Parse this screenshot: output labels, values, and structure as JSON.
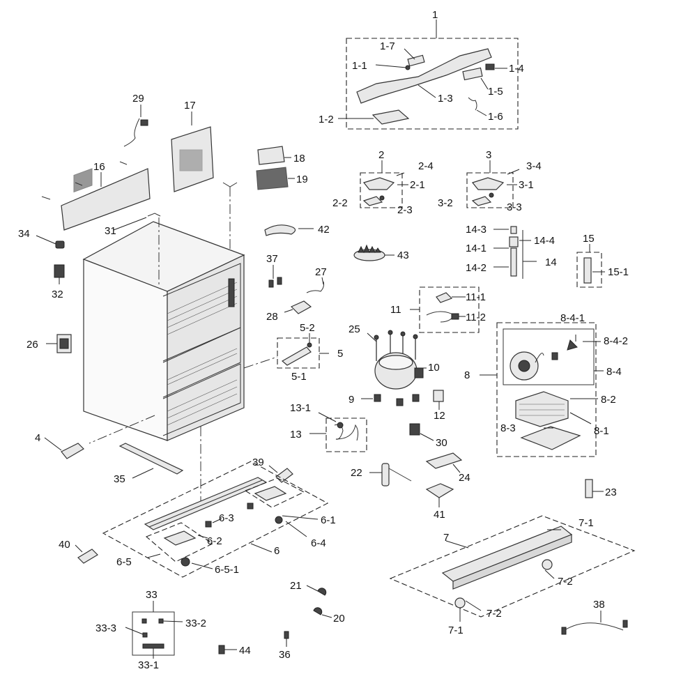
{
  "labels": {
    "p1": "1",
    "p1_1": "1-1",
    "p1_2": "1-2",
    "p1_3": "1-3",
    "p1_4": "1-4",
    "p1_5": "1-5",
    "p1_6": "1-6",
    "p1_7": "1-7",
    "p2": "2",
    "p2_1": "2-1",
    "p2_2": "2-2",
    "p2_3": "2-3",
    "p2_4": "2-4",
    "p3": "3",
    "p3_1": "3-1",
    "p3_2": "3-2",
    "p3_3": "3-3",
    "p3_4": "3-4",
    "p4": "4",
    "p5": "5",
    "p5_1": "5-1",
    "p5_2": "5-2",
    "p6": "6",
    "p6_1": "6-1",
    "p6_2": "6-2",
    "p6_3": "6-3",
    "p6_4": "6-4",
    "p6_5": "6-5",
    "p6_5_1": "6-5-1",
    "p7": "7",
    "p7_1a": "7-1",
    "p7_1b": "7-1",
    "p7_2a": "7-2",
    "p7_2b": "7-2",
    "p8": "8",
    "p8_1": "8-1",
    "p8_2": "8-2",
    "p8_3": "8-3",
    "p8_4": "8-4",
    "p8_4_1": "8-4-1",
    "p8_4_2": "8-4-2",
    "p9": "9",
    "p10": "10",
    "p11": "11",
    "p11_1": "11-1",
    "p11_2": "11-2",
    "p12": "12",
    "p13": "13",
    "p13_1": "13-1",
    "p14": "14",
    "p14_1": "14-1",
    "p14_2": "14-2",
    "p14_3": "14-3",
    "p14_4": "14-4",
    "p15": "15",
    "p15_1": "15-1",
    "p16": "16",
    "p17": "17",
    "p18": "18",
    "p19": "19",
    "p20": "20",
    "p21": "21",
    "p22": "22",
    "p23": "23",
    "p24": "24",
    "p25": "25",
    "p26": "26",
    "p27": "27",
    "p28": "28",
    "p29": "29",
    "p30": "30",
    "p31": "31",
    "p32": "32",
    "p33": "33",
    "p33_1": "33-1",
    "p33_2": "33-2",
    "p33_3": "33-3",
    "p34": "34",
    "p35": "35",
    "p36": "36",
    "p37": "37",
    "p38": "38",
    "p39": "39",
    "p40": "40",
    "p41": "41",
    "p42": "42",
    "p43": "43",
    "p44": "44"
  }
}
